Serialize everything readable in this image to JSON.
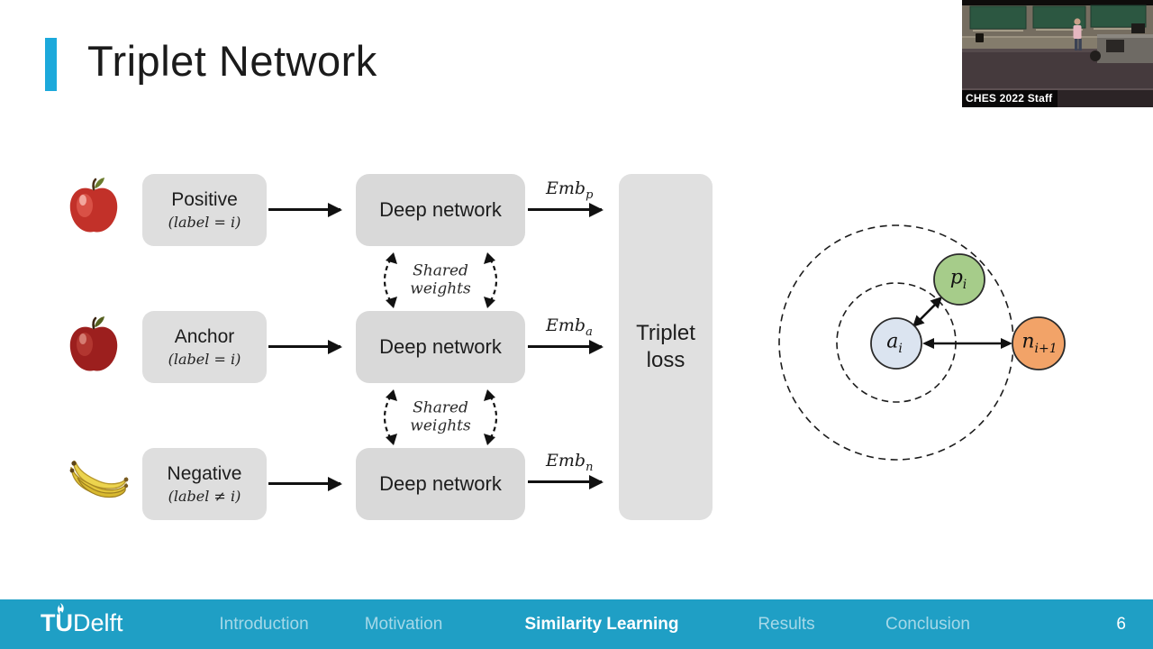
{
  "slide": {
    "title": "Triplet Network",
    "page_number": "6"
  },
  "colors": {
    "accent": "#1CA9DB",
    "footer_bar": "#1F9FC5",
    "box_gray": "#d9d9d9",
    "anchor_node": "#dbe4f0",
    "positive_node": "#a6cc8a",
    "negative_node": "#f2a368"
  },
  "video": {
    "caption": "CHES 2022 Staff"
  },
  "network": {
    "rows": [
      {
        "input_label": "Positive",
        "input_sub": "(label = i)",
        "box_label": "Deep network",
        "emb_base": "Emb",
        "emb_sub": "p"
      },
      {
        "input_label": "Anchor",
        "input_sub": "(label = i)",
        "box_label": "Deep network",
        "emb_base": "Emb",
        "emb_sub": "a"
      },
      {
        "input_label": "Negative",
        "input_sub": "(label ≠ i)",
        "box_label": "Deep network",
        "emb_base": "Emb",
        "emb_sub": "n"
      }
    ],
    "shared_weights": {
      "line1": "Shared",
      "line2": "weights"
    },
    "loss_label": "Triplet loss"
  },
  "embedding_diagram": {
    "anchor": {
      "base": "a",
      "sub": "i"
    },
    "positive": {
      "base": "p",
      "sub": "i"
    },
    "negative": {
      "base": "n",
      "sub": "i+1"
    }
  },
  "footer": {
    "logo_tu": "TU",
    "logo_delft": "Delft",
    "items": [
      {
        "label": "Introduction"
      },
      {
        "label": "Motivation"
      },
      {
        "label": "Similarity Learning"
      },
      {
        "label": "Results"
      },
      {
        "label": "Conclusion"
      }
    ]
  }
}
